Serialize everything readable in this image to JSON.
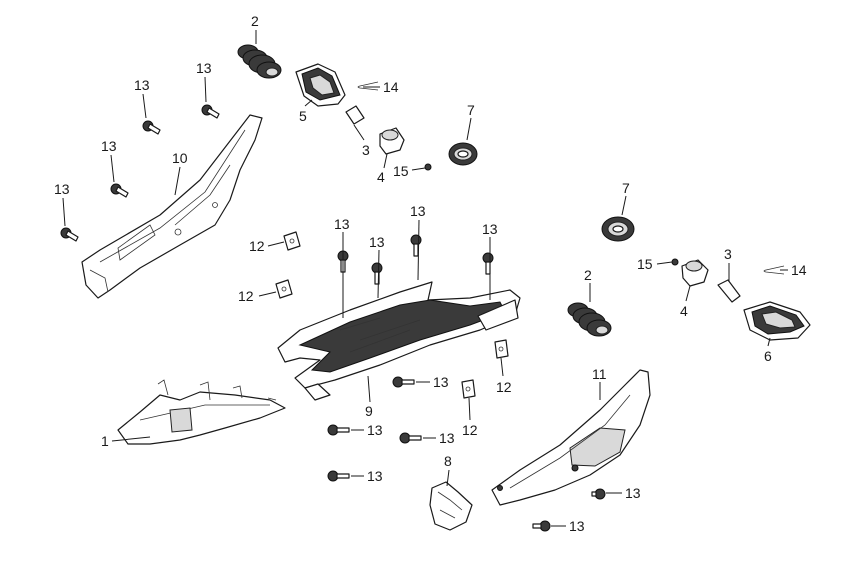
{
  "callouts": [
    {
      "id": "c2a",
      "label": "2"
    },
    {
      "id": "c13a",
      "label": "13"
    },
    {
      "id": "c13b",
      "label": "13"
    },
    {
      "id": "c14a",
      "label": "14"
    },
    {
      "id": "c5",
      "label": "5"
    },
    {
      "id": "c7a",
      "label": "7"
    },
    {
      "id": "c13c",
      "label": "13"
    },
    {
      "id": "c10",
      "label": "10"
    },
    {
      "id": "c3a",
      "label": "3"
    },
    {
      "id": "c15a",
      "label": "15"
    },
    {
      "id": "c4a",
      "label": "4"
    },
    {
      "id": "c13d",
      "label": "13"
    },
    {
      "id": "c7b",
      "label": "7"
    },
    {
      "id": "c13e",
      "label": "13"
    },
    {
      "id": "c13f",
      "label": "13"
    },
    {
      "id": "c13g",
      "label": "13"
    },
    {
      "id": "c13h",
      "label": "13"
    },
    {
      "id": "c12a",
      "label": "12"
    },
    {
      "id": "c15b",
      "label": "15"
    },
    {
      "id": "c3b",
      "label": "3"
    },
    {
      "id": "c14b",
      "label": "14"
    },
    {
      "id": "c2b",
      "label": "2"
    },
    {
      "id": "c4b",
      "label": "4"
    },
    {
      "id": "c12b",
      "label": "12"
    },
    {
      "id": "c6",
      "label": "6"
    },
    {
      "id": "c11",
      "label": "11"
    },
    {
      "id": "c13i",
      "label": "13"
    },
    {
      "id": "c12c",
      "label": "12"
    },
    {
      "id": "c9",
      "label": "9"
    },
    {
      "id": "c1",
      "label": "1"
    },
    {
      "id": "c13j",
      "label": "13"
    },
    {
      "id": "c13k",
      "label": "13"
    },
    {
      "id": "c12d",
      "label": "12"
    },
    {
      "id": "c8",
      "label": "8"
    },
    {
      "id": "c13l",
      "label": "13"
    },
    {
      "id": "c13m",
      "label": "13"
    },
    {
      "id": "c13n",
      "label": "13"
    }
  ]
}
